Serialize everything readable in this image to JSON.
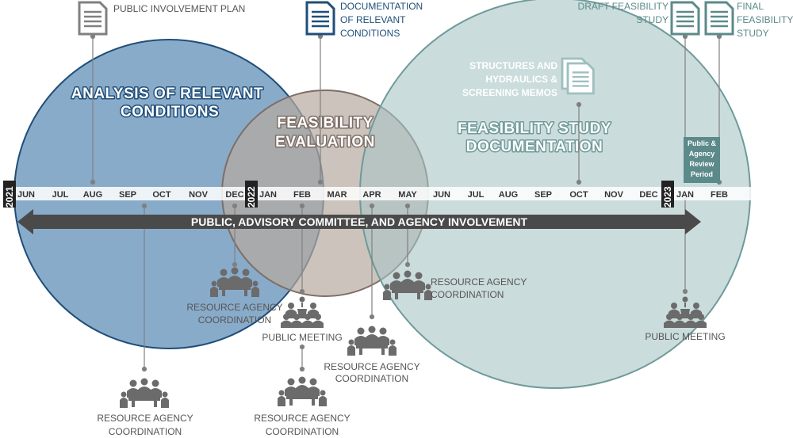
{
  "circles": {
    "analysis": {
      "line1": "ANALYSIS OF RELEVANT",
      "line2": "CONDITIONS"
    },
    "feasibility": {
      "line1": "FEASIBILITY",
      "line2": "EVALUATION"
    },
    "documentation": {
      "line1": "FEASIBILITY STUDY",
      "line2": "DOCUMENTATION"
    }
  },
  "timeline": {
    "months": [
      "JUN",
      "JUL",
      "AUG",
      "SEP",
      "OCT",
      "NOV",
      "DEC",
      "JAN",
      "FEB",
      "MAR",
      "APR",
      "MAY",
      "JUN",
      "JUL",
      "AUG",
      "SEP",
      "OCT",
      "NOV",
      "DEC",
      "JAN",
      "FEB"
    ],
    "years": [
      "2021",
      "2022",
      "2023"
    ]
  },
  "band": {
    "label": "PUBLIC, ADVISORY COMMITTEE, AND AGENCY INVOLVEMENT"
  },
  "documents": {
    "public_involvement_plan": "PUBLIC INVOLVEMENT PLAN",
    "documentation_relevant": [
      "DOCUMENTATION",
      "OF RELEVANT",
      "CONDITIONS"
    ],
    "draft_feasibility": [
      "DRAFT FEASIBILITY",
      "STUDY"
    ],
    "final_feasibility": [
      "FINAL",
      "FEASIBILITY",
      "STUDY"
    ],
    "memos": [
      "STRUCTURES AND",
      "HYDRAULICS &",
      "SCREENING MEMOS"
    ]
  },
  "review_period": [
    "Public &",
    "Agency",
    "Review",
    "Period"
  ],
  "events": {
    "rac_sep": [
      "RESOURCE AGENCY",
      "COORDINATION"
    ],
    "rac_dec": [
      "RESOURCE AGENCY",
      "COORDINATION"
    ],
    "pm_feb": "PUBLIC MEETING",
    "rac_feb_low": [
      "RESOURCE AGENCY",
      "COORDINATION"
    ],
    "rac_apr": [
      "RESOURCE AGENCY",
      "COORDINATION"
    ],
    "rac_may": [
      "RESOURCE AGENCY",
      "COORDINATION"
    ],
    "pm_jan": "PUBLIC MEETING"
  },
  "colors": {
    "analysis": "#5b8bb5",
    "feasibility": "#b7a9a0",
    "documentation": "#a9c4c4",
    "band": "#4a4a4a",
    "doc_blue": "#1f4e79",
    "doc_teal": "#5c8a8a",
    "icon_grey": "#6b6b6b"
  }
}
